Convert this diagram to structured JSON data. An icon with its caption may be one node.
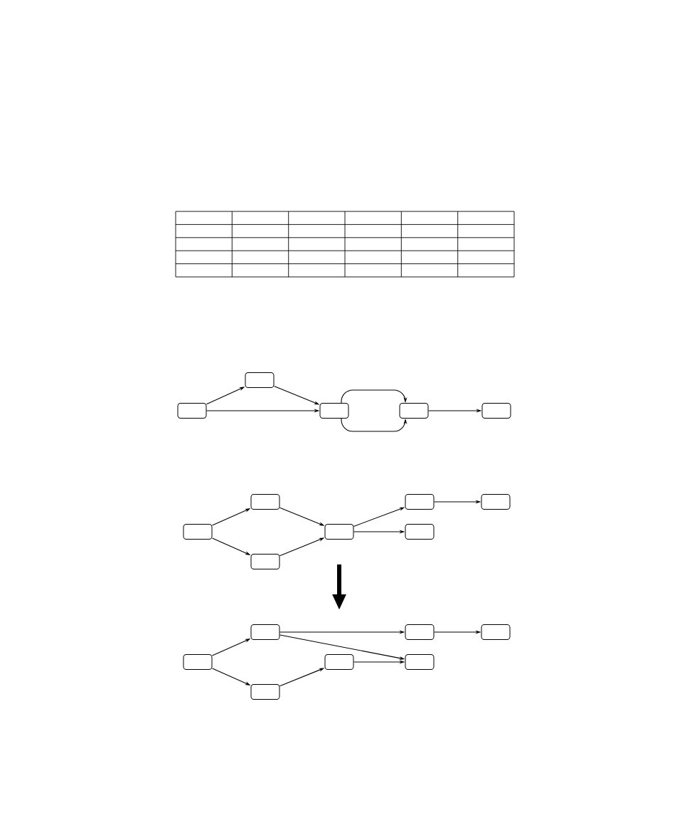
{
  "diagram": {
    "nodes": [
      {
        "text": [],
        "shape": "box"
      },
      {
        "text": [],
        "shape": "box"
      },
      {
        "text": [],
        "shape": "box"
      },
      {
        "text": [],
        "shape": "box"
      },
      {
        "text": [],
        "shape": "box"
      },
      {
        "text": [],
        "shape": "box"
      },
      {
        "text": [],
        "shape": "box"
      },
      {
        "text": [],
        "shape": "box"
      },
      {
        "text": [],
        "shape": "box"
      },
      {
        "text": [],
        "shape": "box"
      },
      {
        "text": [],
        "shape": "box"
      },
      {
        "text": [],
        "shape": "box"
      },
      {
        "text": [],
        "shape": "box"
      },
      {
        "text": [],
        "shape": "box"
      },
      {
        "text": [],
        "shape": "box"
      },
      {
        "text": [],
        "shape": "box"
      },
      {
        "text": [],
        "shape": "box"
      },
      {
        "text": [],
        "shape": "box"
      },
      {
        "text": [],
        "shape": "box"
      }
    ],
    "edges": [
      {
        "from": 0,
        "to": 1,
        "arrow": "to"
      },
      {
        "from": 1,
        "to": 2,
        "arrow": "to"
      },
      {
        "from": 0,
        "to": 2,
        "arrow": "to"
      },
      {
        "from": 2,
        "to": 3,
        "arrow": "to"
      },
      {
        "from": 2,
        "to": 3,
        "arrow": "to"
      },
      {
        "from": 3,
        "to": 4,
        "arrow": "to"
      },
      {
        "from": 5,
        "to": 6,
        "arrow": "to"
      },
      {
        "from": 5,
        "to": 7,
        "arrow": "to"
      },
      {
        "from": 6,
        "to": 8,
        "arrow": "to"
      },
      {
        "from": 7,
        "to": 8,
        "arrow": "to"
      },
      {
        "from": 8,
        "to": 9,
        "arrow": "to"
      },
      {
        "from": 8,
        "to": 10,
        "arrow": "to"
      },
      {
        "from": 9,
        "to": 11,
        "arrow": "to"
      },
      {
        "from": 12,
        "to": 13,
        "arrow": "to"
      },
      {
        "from": 12,
        "to": 14,
        "arrow": "to"
      },
      {
        "from": 13,
        "to": 16,
        "arrow": "to"
      },
      {
        "from": 13,
        "to": 17,
        "arrow": "to"
      },
      {
        "from": 14,
        "to": 15,
        "arrow": "to"
      },
      {
        "from": 15,
        "to": 17,
        "arrow": "to"
      },
      {
        "from": 16,
        "to": 18,
        "arrow": "to"
      }
    ]
  }
}
